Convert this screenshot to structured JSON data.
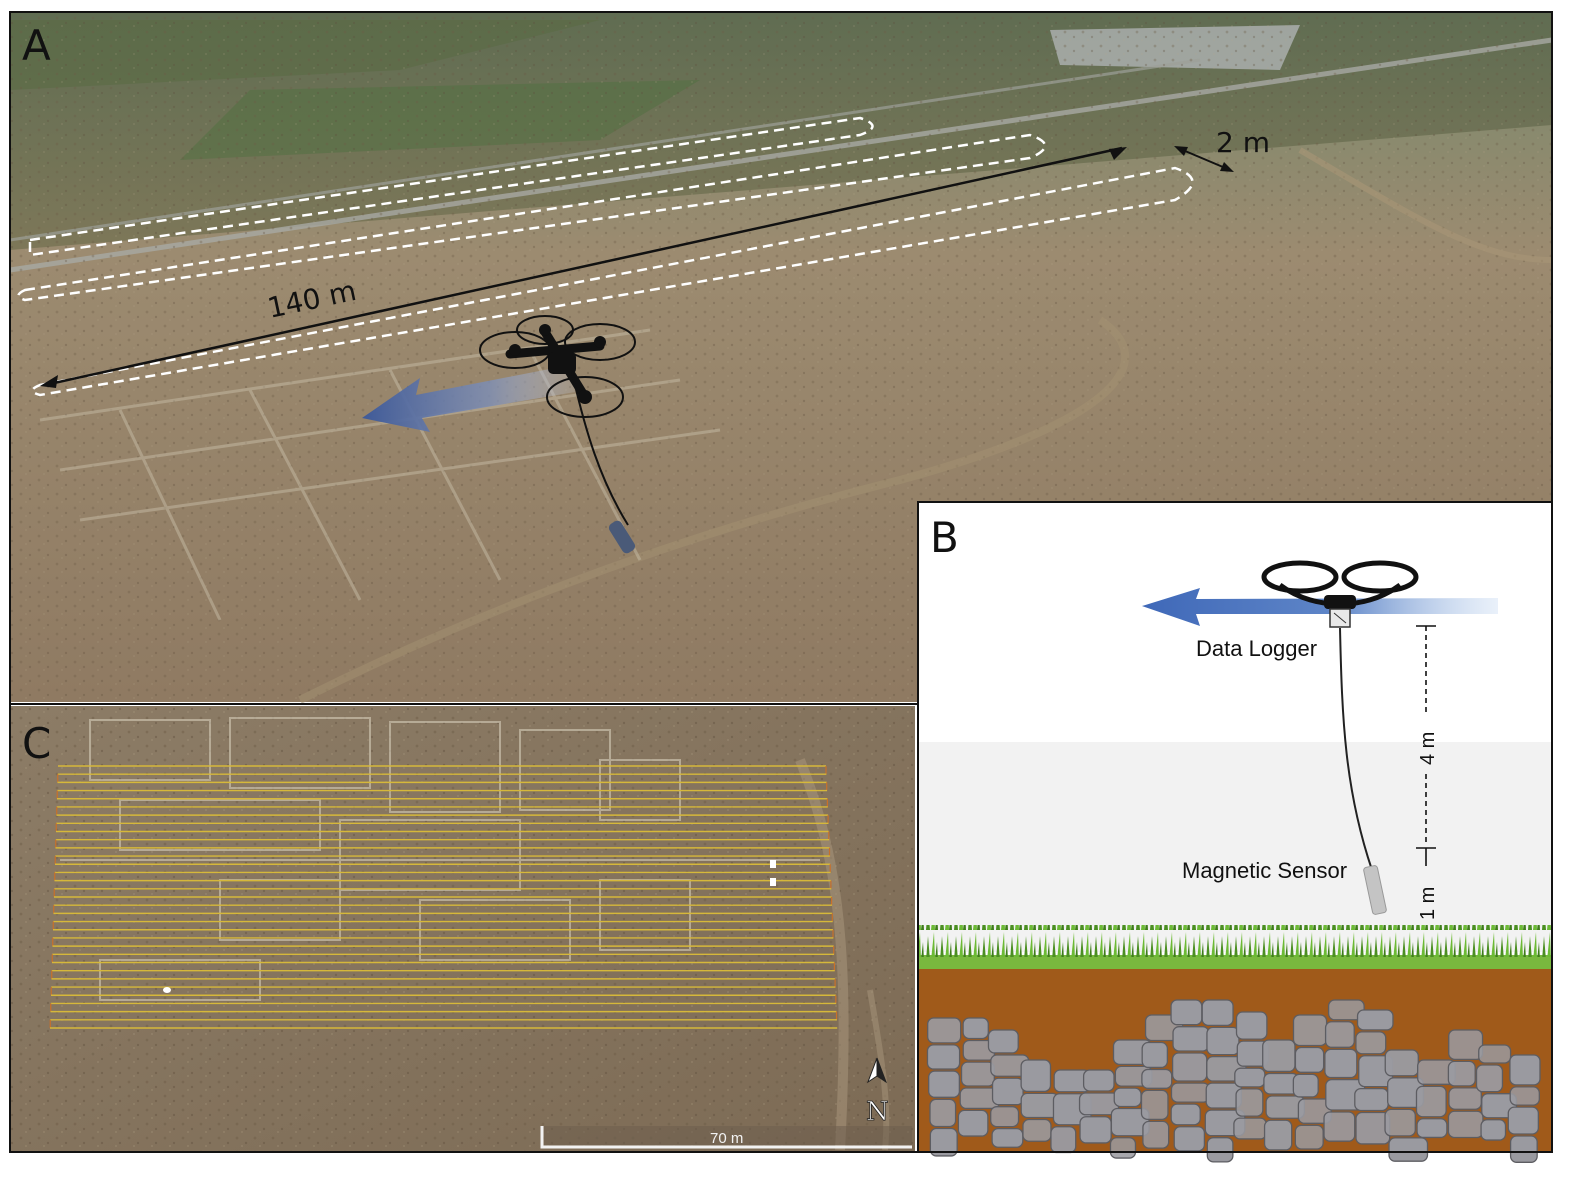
{
  "panels": {
    "a": {
      "label": "A",
      "length_label": "140 m",
      "spacing_label": "2 m"
    },
    "b": {
      "label": "B",
      "data_logger_label": "Data Logger",
      "sensor_label": "Magnetic Sensor",
      "height_label": "4 m",
      "sensor_height_label": "1 m"
    },
    "c": {
      "label": "C",
      "scale_label": "70 m",
      "north_label": "N",
      "track_color": "#d6b83a"
    }
  },
  "colors": {
    "flight_arrow": "#3f68b8",
    "soil": "#a05a1a",
    "grass": "#5fa82e",
    "stone": "#9a9aa0"
  }
}
